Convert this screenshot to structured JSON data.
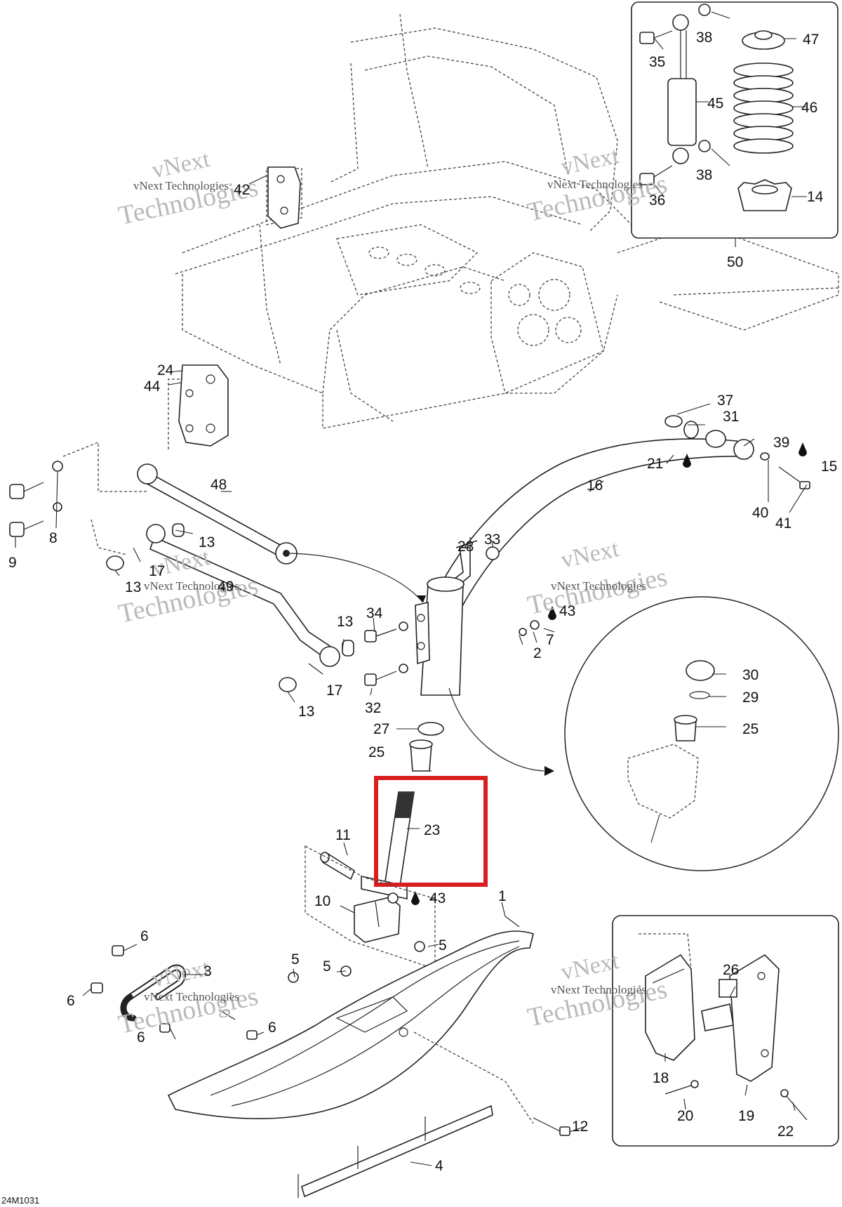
{
  "diagram": {
    "reference_code": "24M1031",
    "highlight_color": "#d81e1e",
    "callouts": [
      {
        "id": "c1",
        "text": "1"
      },
      {
        "id": "c2",
        "text": "2"
      },
      {
        "id": "c3",
        "text": "3"
      },
      {
        "id": "c4",
        "text": "4"
      },
      {
        "id": "c5a",
        "text": "5"
      },
      {
        "id": "c5b",
        "text": "5"
      },
      {
        "id": "c5c",
        "text": "5"
      },
      {
        "id": "c6a",
        "text": "6"
      },
      {
        "id": "c6b",
        "text": "6"
      },
      {
        "id": "c6c",
        "text": "6"
      },
      {
        "id": "c6d",
        "text": "6"
      },
      {
        "id": "c7",
        "text": "7"
      },
      {
        "id": "c8",
        "text": "8"
      },
      {
        "id": "c9",
        "text": "9"
      },
      {
        "id": "c10",
        "text": "10"
      },
      {
        "id": "c11",
        "text": "11"
      },
      {
        "id": "c12",
        "text": "12"
      },
      {
        "id": "c13a",
        "text": "13"
      },
      {
        "id": "c13b",
        "text": "13"
      },
      {
        "id": "c13c",
        "text": "13"
      },
      {
        "id": "c13d",
        "text": "13"
      },
      {
        "id": "c14",
        "text": "14"
      },
      {
        "id": "c15",
        "text": "15"
      },
      {
        "id": "c16",
        "text": "16"
      },
      {
        "id": "c17a",
        "text": "17"
      },
      {
        "id": "c17b",
        "text": "17"
      },
      {
        "id": "c18",
        "text": "18"
      },
      {
        "id": "c19",
        "text": "19"
      },
      {
        "id": "c20",
        "text": "20"
      },
      {
        "id": "c21",
        "text": "21"
      },
      {
        "id": "c22",
        "text": "22"
      },
      {
        "id": "c23",
        "text": "23"
      },
      {
        "id": "c24",
        "text": "24"
      },
      {
        "id": "c25a",
        "text": "25"
      },
      {
        "id": "c25b",
        "text": "25"
      },
      {
        "id": "c26",
        "text": "26"
      },
      {
        "id": "c27",
        "text": "27"
      },
      {
        "id": "c28",
        "text": "28"
      },
      {
        "id": "c29",
        "text": "29"
      },
      {
        "id": "c30",
        "text": "30"
      },
      {
        "id": "c31",
        "text": "31"
      },
      {
        "id": "c32",
        "text": "32"
      },
      {
        "id": "c33",
        "text": "33"
      },
      {
        "id": "c34",
        "text": "34"
      },
      {
        "id": "c35",
        "text": "35"
      },
      {
        "id": "c36",
        "text": "36"
      },
      {
        "id": "c37",
        "text": "37"
      },
      {
        "id": "c38a",
        "text": "38"
      },
      {
        "id": "c38b",
        "text": "38"
      },
      {
        "id": "c39",
        "text": "39"
      },
      {
        "id": "c40",
        "text": "40"
      },
      {
        "id": "c41",
        "text": "41"
      },
      {
        "id": "c42",
        "text": "42"
      },
      {
        "id": "c43a",
        "text": "43"
      },
      {
        "id": "c43b",
        "text": "43"
      },
      {
        "id": "c44",
        "text": "44"
      },
      {
        "id": "c45",
        "text": "45"
      },
      {
        "id": "c46",
        "text": "46"
      },
      {
        "id": "c47",
        "text": "47"
      },
      {
        "id": "c48",
        "text": "48"
      },
      {
        "id": "c49",
        "text": "49"
      },
      {
        "id": "c50",
        "text": "50"
      }
    ],
    "watermark": {
      "line1": "vNext Technologies",
      "line2": "vNext",
      "line3": "Technologies"
    }
  }
}
